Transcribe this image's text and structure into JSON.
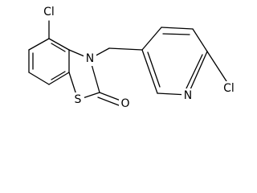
{
  "molecule": {
    "atoms": {
      "cl_top": "Cl",
      "n_thiazole": "N",
      "s_thiazole": "S",
      "o_carbonyl": "O",
      "n_pyridine": "N",
      "cl_pyridine": "Cl"
    }
  }
}
